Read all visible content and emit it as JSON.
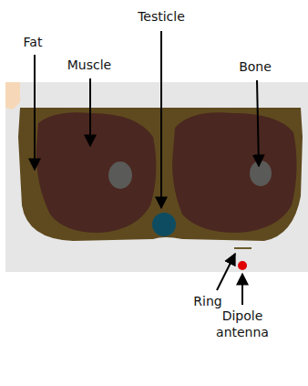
{
  "diagram": {
    "labels": [
      "Testicle",
      "Fat",
      "Muscle",
      "Bone",
      "Ring",
      "Dipole antenna"
    ]
  }
}
